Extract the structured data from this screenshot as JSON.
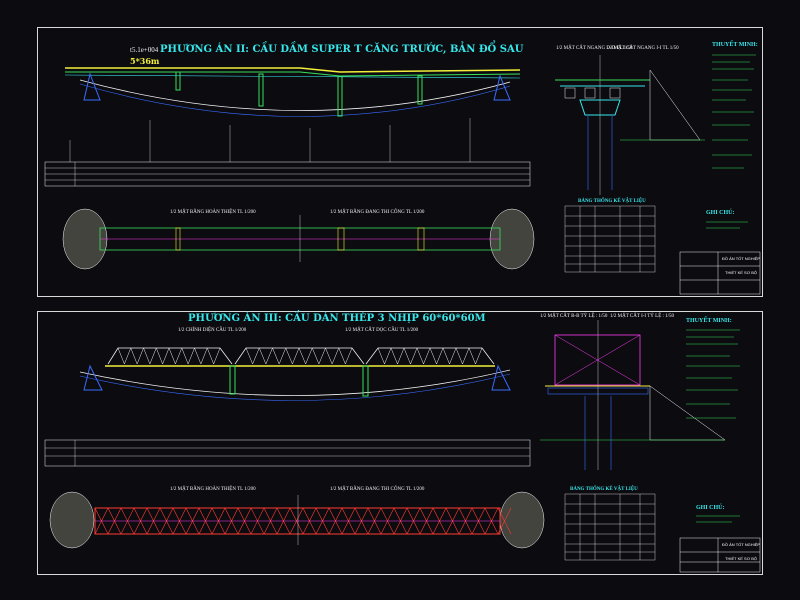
{
  "sheet1": {
    "title_line1": "PHƯƠNG ÁN II: CẦU DẦM SUPER T CĂNG TRƯỚC, BẢN ĐỔ SAU",
    "title_line2": "5*36m",
    "scale_note": "t5.1e+004",
    "section_a": "1/2 MẶT CẮT NGANG D-D TL 1/50",
    "section_b": "1/2 MẶT CẮT NGANG I-I TL 1/50",
    "plan_left": "1/2 MẶT BẰNG HOÀN THIỆN TL 1/200",
    "plan_right": "1/2 MẶT BẰNG ĐANG THI CÔNG TL 1/200",
    "notes_title": "THUYẾT MINH:",
    "materials_title": "BẢNG THỐNG KÊ VẬT LIỆU",
    "remarks_title": "GHI CHÚ:",
    "stamp_title": "ĐỒ ÁN TỐT NGHIỆP",
    "stamp_sub": "THIẾT KẾ SƠ BỘ"
  },
  "sheet2": {
    "title_line1": "PHƯƠNG ÁN III: CẦU DÀN THÉP 3 NHỊP 60*60*60M",
    "elev_left": "1/2 CHÍNH DIỆN CẦU TL 1/200",
    "elev_right": "1/2 MẶT CẮT DỌC CẦU TL 1/200",
    "section_a": "1/2 MẶT CẮT B-B TỶ LỆ : 1/50",
    "section_b": "1/2 MẶT CẮT I-I TỶ LỆ : 1/50",
    "plan_left": "1/2 MẶT BẰNG HOÀN THIỆN TL 1/200",
    "plan_right": "1/2 MẶT BẰNG ĐANG THI CÔNG TL 1/200",
    "notes_title": "THUYẾT MINH:",
    "materials_title": "BẢNG THỐNG KÊ VẬT LIỆU",
    "remarks_title": "GHI CHÚ:",
    "stamp_title": "ĐỒ ÁN TỐT NGHIỆP",
    "stamp_sub": "THIẾT KẾ SƠ BỘ"
  },
  "colors": {
    "cyan": "#37e7ea",
    "green": "#39e05a",
    "yellow": "#f3ef3a",
    "blue": "#3a6cff",
    "red": "#ff3b30",
    "magenta": "#ff3df2",
    "white": "#f2f2f2"
  }
}
